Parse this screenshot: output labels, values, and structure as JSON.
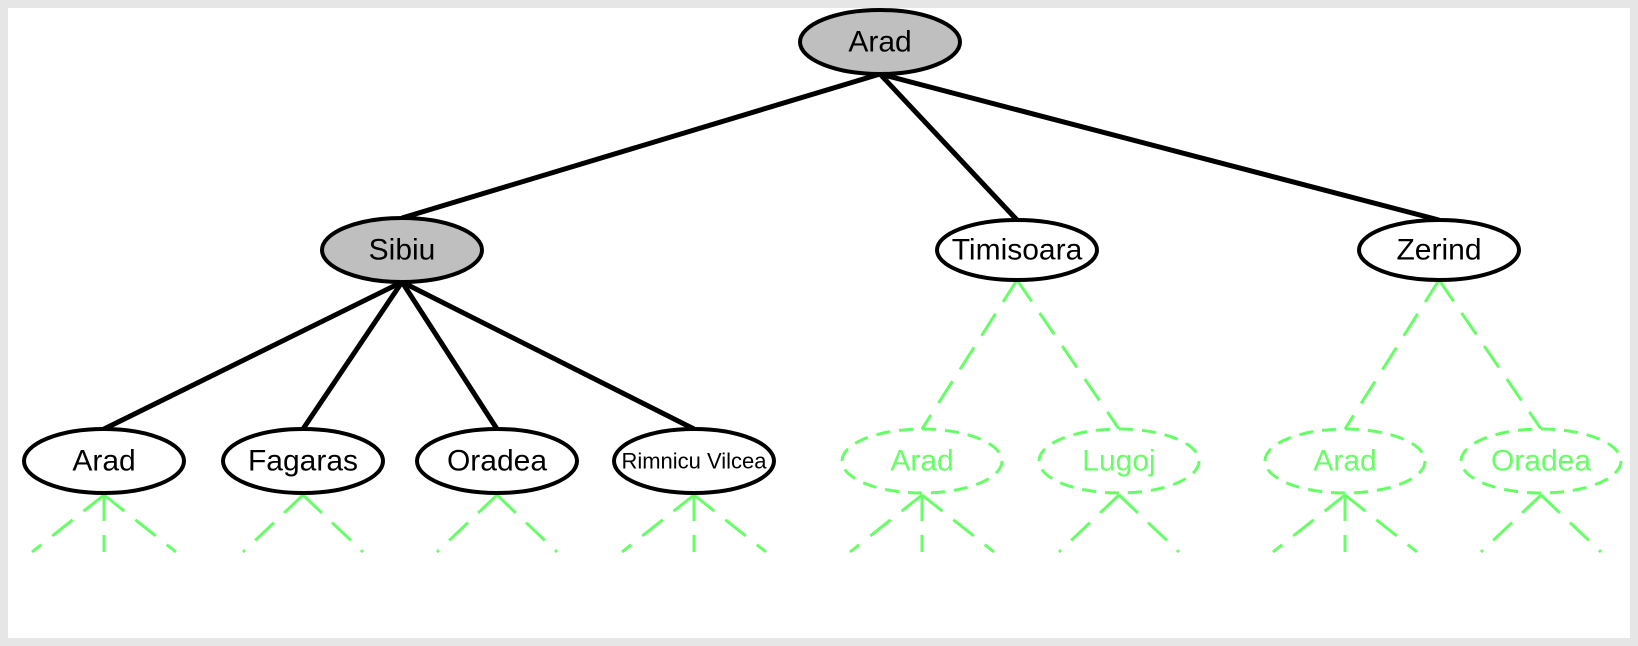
{
  "diagram": {
    "colors": {
      "page_border": "#e6e6e6",
      "background": "#ffffff",
      "expanded_fill": "#bfbfbf",
      "generated_fill": "#ffffff",
      "solid_edge": "#000000",
      "frontier": "#66ff66"
    },
    "nodes": [
      {
        "id": "arad_root",
        "label": "Arad",
        "state": "expanded"
      },
      {
        "id": "sibiu",
        "label": "Sibiu",
        "state": "expanded"
      },
      {
        "id": "timisoara",
        "label": "Timisoara",
        "state": "generated"
      },
      {
        "id": "zerind",
        "label": "Zerind",
        "state": "generated"
      },
      {
        "id": "sibiu_arad",
        "label": "Arad",
        "state": "generated"
      },
      {
        "id": "fagaras",
        "label": "Fagaras",
        "state": "generated"
      },
      {
        "id": "oradea",
        "label": "Oradea",
        "state": "generated"
      },
      {
        "id": "rimnicu",
        "label": "Rimnicu Vilcea",
        "state": "generated"
      },
      {
        "id": "timisoara_arad",
        "label": "Arad",
        "state": "frontier"
      },
      {
        "id": "lugoj",
        "label": "Lugoj",
        "state": "frontier"
      },
      {
        "id": "zerind_arad",
        "label": "Arad",
        "state": "frontier"
      },
      {
        "id": "zerind_oradea",
        "label": "Oradea",
        "state": "frontier"
      }
    ],
    "edges": [
      {
        "from": "arad_root",
        "to": "sibiu",
        "style": "solid"
      },
      {
        "from": "arad_root",
        "to": "timisoara",
        "style": "solid"
      },
      {
        "from": "arad_root",
        "to": "zerind",
        "style": "solid"
      },
      {
        "from": "sibiu",
        "to": "sibiu_arad",
        "style": "solid"
      },
      {
        "from": "sibiu",
        "to": "fagaras",
        "style": "solid"
      },
      {
        "from": "sibiu",
        "to": "oradea",
        "style": "solid"
      },
      {
        "from": "sibiu",
        "to": "rimnicu",
        "style": "solid"
      },
      {
        "from": "timisoara",
        "to": "timisoara_arad",
        "style": "dashed"
      },
      {
        "from": "timisoara",
        "to": "lugoj",
        "style": "dashed"
      },
      {
        "from": "zerind",
        "to": "zerind_arad",
        "style": "dashed"
      },
      {
        "from": "zerind",
        "to": "zerind_oradea",
        "style": "dashed"
      }
    ]
  }
}
